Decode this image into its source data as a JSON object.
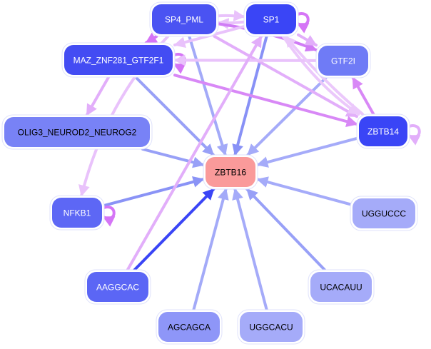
{
  "diagram": {
    "type": "directed-network",
    "nodes": [
      {
        "id": "SP4_PML",
        "label": "SP4_PML",
        "fill": "#4a53f2",
        "text": "#ffffff"
      },
      {
        "id": "SP1",
        "label": "SP1",
        "fill": "#3a45f6",
        "text": "#ffffff"
      },
      {
        "id": "MAZ_ZNF281_GTF2F1",
        "label": "MAZ_ZNF281_GTF2F1",
        "fill": "#434cf3",
        "text": "#ffffff"
      },
      {
        "id": "GTF2I",
        "label": "GTF2I",
        "fill": "#6f7bf6",
        "text": "#ffffff"
      },
      {
        "id": "OLIG3_NEUROD2_NEUROG2",
        "label": "OLIG3_NEUROD2_NEUROG2",
        "fill": "#7882f6",
        "text": "#000000"
      },
      {
        "id": "ZBTB14",
        "label": "ZBTB14",
        "fill": "#3a45f6",
        "text": "#ffffff"
      },
      {
        "id": "ZBTB16",
        "label": "ZBTB16",
        "fill": "#fa9a9a",
        "text": "#000000"
      },
      {
        "id": "NFKB1",
        "label": "NFKB1",
        "fill": "#5d67f5",
        "text": "#ffffff"
      },
      {
        "id": "UGGUCCC",
        "label": "UGGUCCC",
        "fill": "#a5abf9",
        "text": "#000000"
      },
      {
        "id": "AAGGCAC",
        "label": "AAGGCAC",
        "fill": "#5b66f5",
        "text": "#ffffff"
      },
      {
        "id": "UCACAUU",
        "label": "UCACAUU",
        "fill": "#a5abf9",
        "text": "#000000"
      },
      {
        "id": "AGCAGCA",
        "label": "AGCAGCA",
        "fill": "#8e96f8",
        "text": "#000000"
      },
      {
        "id": "UGGCACU",
        "label": "UGGCACU",
        "fill": "#a5abf9",
        "text": "#000000"
      }
    ],
    "edges": [
      {
        "from": "SP4_PML",
        "to": "ZBTB16",
        "color": "#a3aaf8"
      },
      {
        "from": "SP1",
        "to": "ZBTB16",
        "color": "#8891f6"
      },
      {
        "from": "MAZ_ZNF281_GTF2F1",
        "to": "ZBTB16",
        "color": "#98a0f7"
      },
      {
        "from": "GTF2I",
        "to": "ZBTB16",
        "color": "#a5abf9"
      },
      {
        "from": "OLIG3_NEUROD2_NEUROG2",
        "to": "ZBTB16",
        "color": "#98a0f7"
      },
      {
        "from": "ZBTB14",
        "to": "ZBTB16",
        "color": "#a5abf9"
      },
      {
        "from": "NFKB1",
        "to": "ZBTB16",
        "color": "#8a93f6"
      },
      {
        "from": "UGGUCCC",
        "to": "ZBTB16",
        "color": "#a5abf9"
      },
      {
        "from": "AAGGCAC",
        "to": "ZBTB16",
        "color": "#3a45f6"
      },
      {
        "from": "UCACAUU",
        "to": "ZBTB16",
        "color": "#98a0f7"
      },
      {
        "from": "AGCAGCA",
        "to": "ZBTB16",
        "color": "#a3aaf8"
      },
      {
        "from": "UGGCACU",
        "to": "ZBTB16",
        "color": "#a5abf9"
      },
      {
        "from": "SP4_PML",
        "to": "SP1",
        "color": "#e9c2fb"
      },
      {
        "from": "SP1",
        "to": "SP4_PML",
        "color": "#e9c2fb"
      },
      {
        "from": "SP1",
        "to": "SP1",
        "color": "#d575f6"
      },
      {
        "from": "SP4_PML",
        "to": "MAZ_ZNF281_GTF2F1",
        "color": "#d575f6"
      },
      {
        "from": "SP4_PML",
        "to": "GTF2I",
        "color": "#d07cf5"
      },
      {
        "from": "SP4_PML",
        "to": "ZBTB14",
        "color": "#e2aefa"
      },
      {
        "from": "SP1",
        "to": "GTF2I",
        "color": "#e2aefa"
      },
      {
        "from": "SP1",
        "to": "MAZ_ZNF281_GTF2F1",
        "color": "#e9c2fb"
      },
      {
        "from": "SP1",
        "to": "ZBTB14",
        "color": "#ebc8fb"
      },
      {
        "from": "MAZ_ZNF281_GTF2F1",
        "to": "MAZ_ZNF281_GTF2F1",
        "color": "#d575f6"
      },
      {
        "from": "MAZ_ZNF281_GTF2F1",
        "to": "OLIG3_NEUROD2_NEUROG2",
        "color": "#e2aefa"
      },
      {
        "from": "MAZ_ZNF281_GTF2F1",
        "to": "ZBTB14",
        "color": "#d888f6"
      },
      {
        "from": "GTF2I",
        "to": "MAZ_ZNF281_GTF2F1",
        "color": "#e9c2fb"
      },
      {
        "from": "ZBTB14",
        "to": "GTF2I",
        "color": "#d888f6"
      },
      {
        "from": "ZBTB14",
        "to": "ZBTB14",
        "color": "#e2aefa"
      },
      {
        "from": "ZBTB14",
        "to": "SP1",
        "color": "#ebc8fb"
      },
      {
        "from": "SP4_PML",
        "to": "NFKB1",
        "color": "#e9c2fb"
      },
      {
        "from": "NFKB1",
        "to": "NFKB1",
        "color": "#d575f6"
      },
      {
        "from": "AAGGCAC",
        "to": "SP1",
        "color": "#e2aefa"
      }
    ]
  }
}
